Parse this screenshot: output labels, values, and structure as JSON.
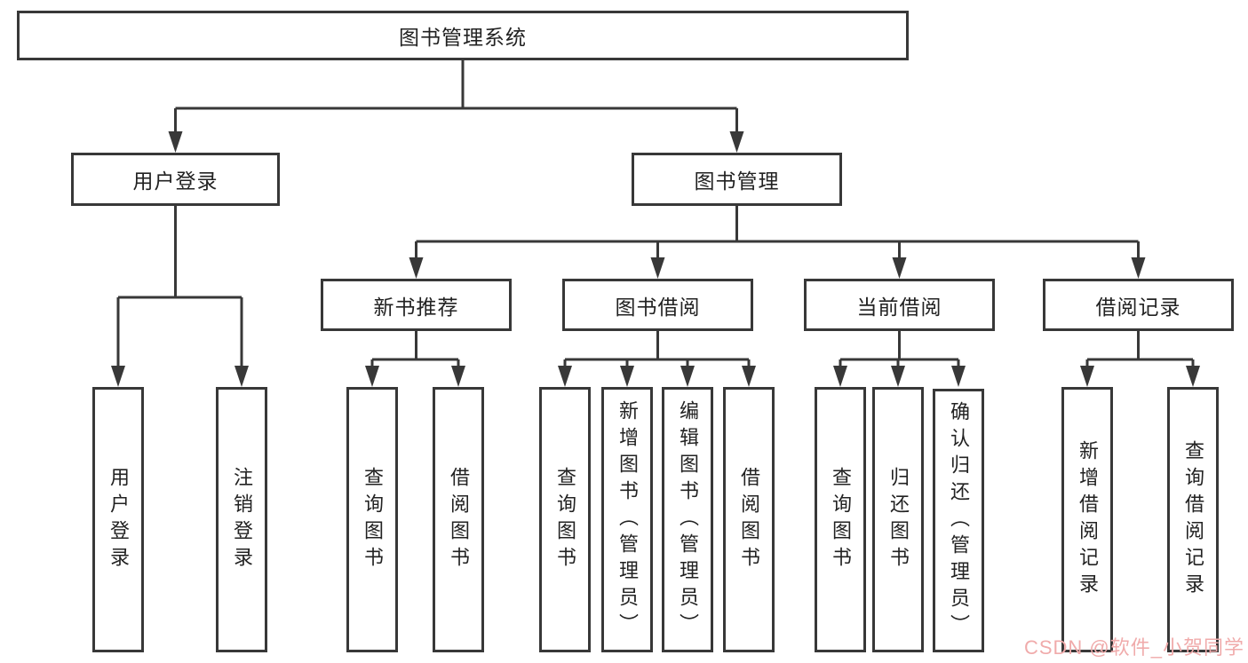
{
  "diagram": {
    "root": {
      "label": "图书管理系统"
    },
    "level2": [
      {
        "label": "用户登录"
      },
      {
        "label": "图书管理"
      }
    ],
    "level3": [
      {
        "label": "新书推荐"
      },
      {
        "label": "图书借阅"
      },
      {
        "label": "当前借阅"
      },
      {
        "label": "借阅记录"
      }
    ],
    "leaves": {
      "user_login": [
        "用户登录",
        "注销登录"
      ],
      "new_book_recommend": [
        "查询图书",
        "借阅图书"
      ],
      "book_borrow": [
        "查询图书",
        "新增图书（管理员）",
        "编辑图书（管理员）",
        "借阅图书"
      ],
      "current_borrow": [
        "查询图书",
        "归还图书",
        "确认归还（管理员）"
      ],
      "borrow_records": [
        "新增借阅记录",
        "查询借阅记录"
      ]
    }
  },
  "watermark": {
    "text": "CSDN @软件_小贺同学",
    "color": "#f0abab"
  },
  "colors": {
    "line": "#383838",
    "text": "#222222",
    "background": "#ffffff"
  }
}
